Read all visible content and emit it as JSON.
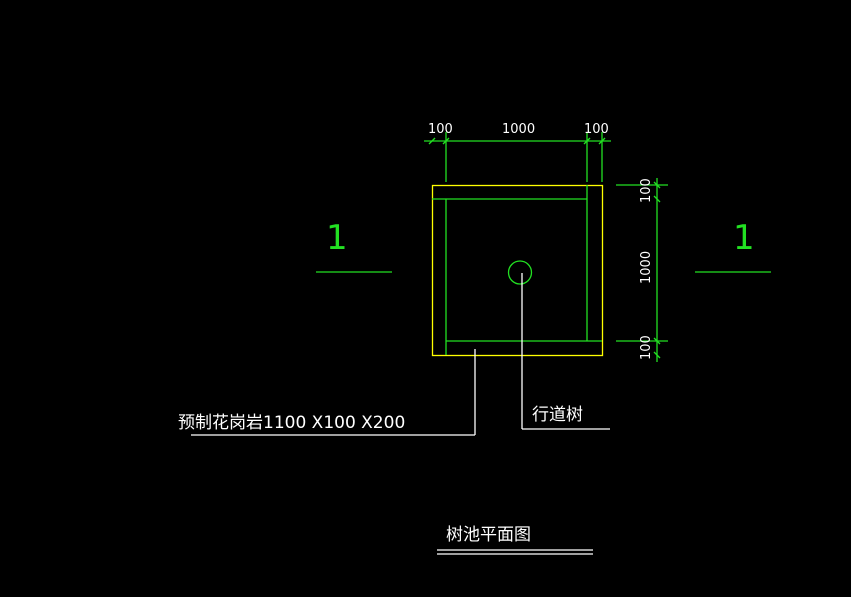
{
  "drawing": {
    "title": "树池平面图",
    "colors": {
      "background": "#000000",
      "outline": "#ffff00",
      "dimension": "#22e022",
      "text": "#ffffff",
      "leader": "#ffffff"
    },
    "dimensions_top": [
      {
        "label": "100"
      },
      {
        "label": "1000"
      },
      {
        "label": "100"
      }
    ],
    "dimensions_right": [
      {
        "label": "100"
      },
      {
        "label": "1000"
      },
      {
        "label": "100"
      }
    ],
    "section_marks": [
      {
        "label": "1",
        "side": "left"
      },
      {
        "label": "1",
        "side": "right"
      }
    ],
    "annotations": {
      "curb": "预制花岗岩1100 X100 X200",
      "tree": "行道树"
    }
  }
}
